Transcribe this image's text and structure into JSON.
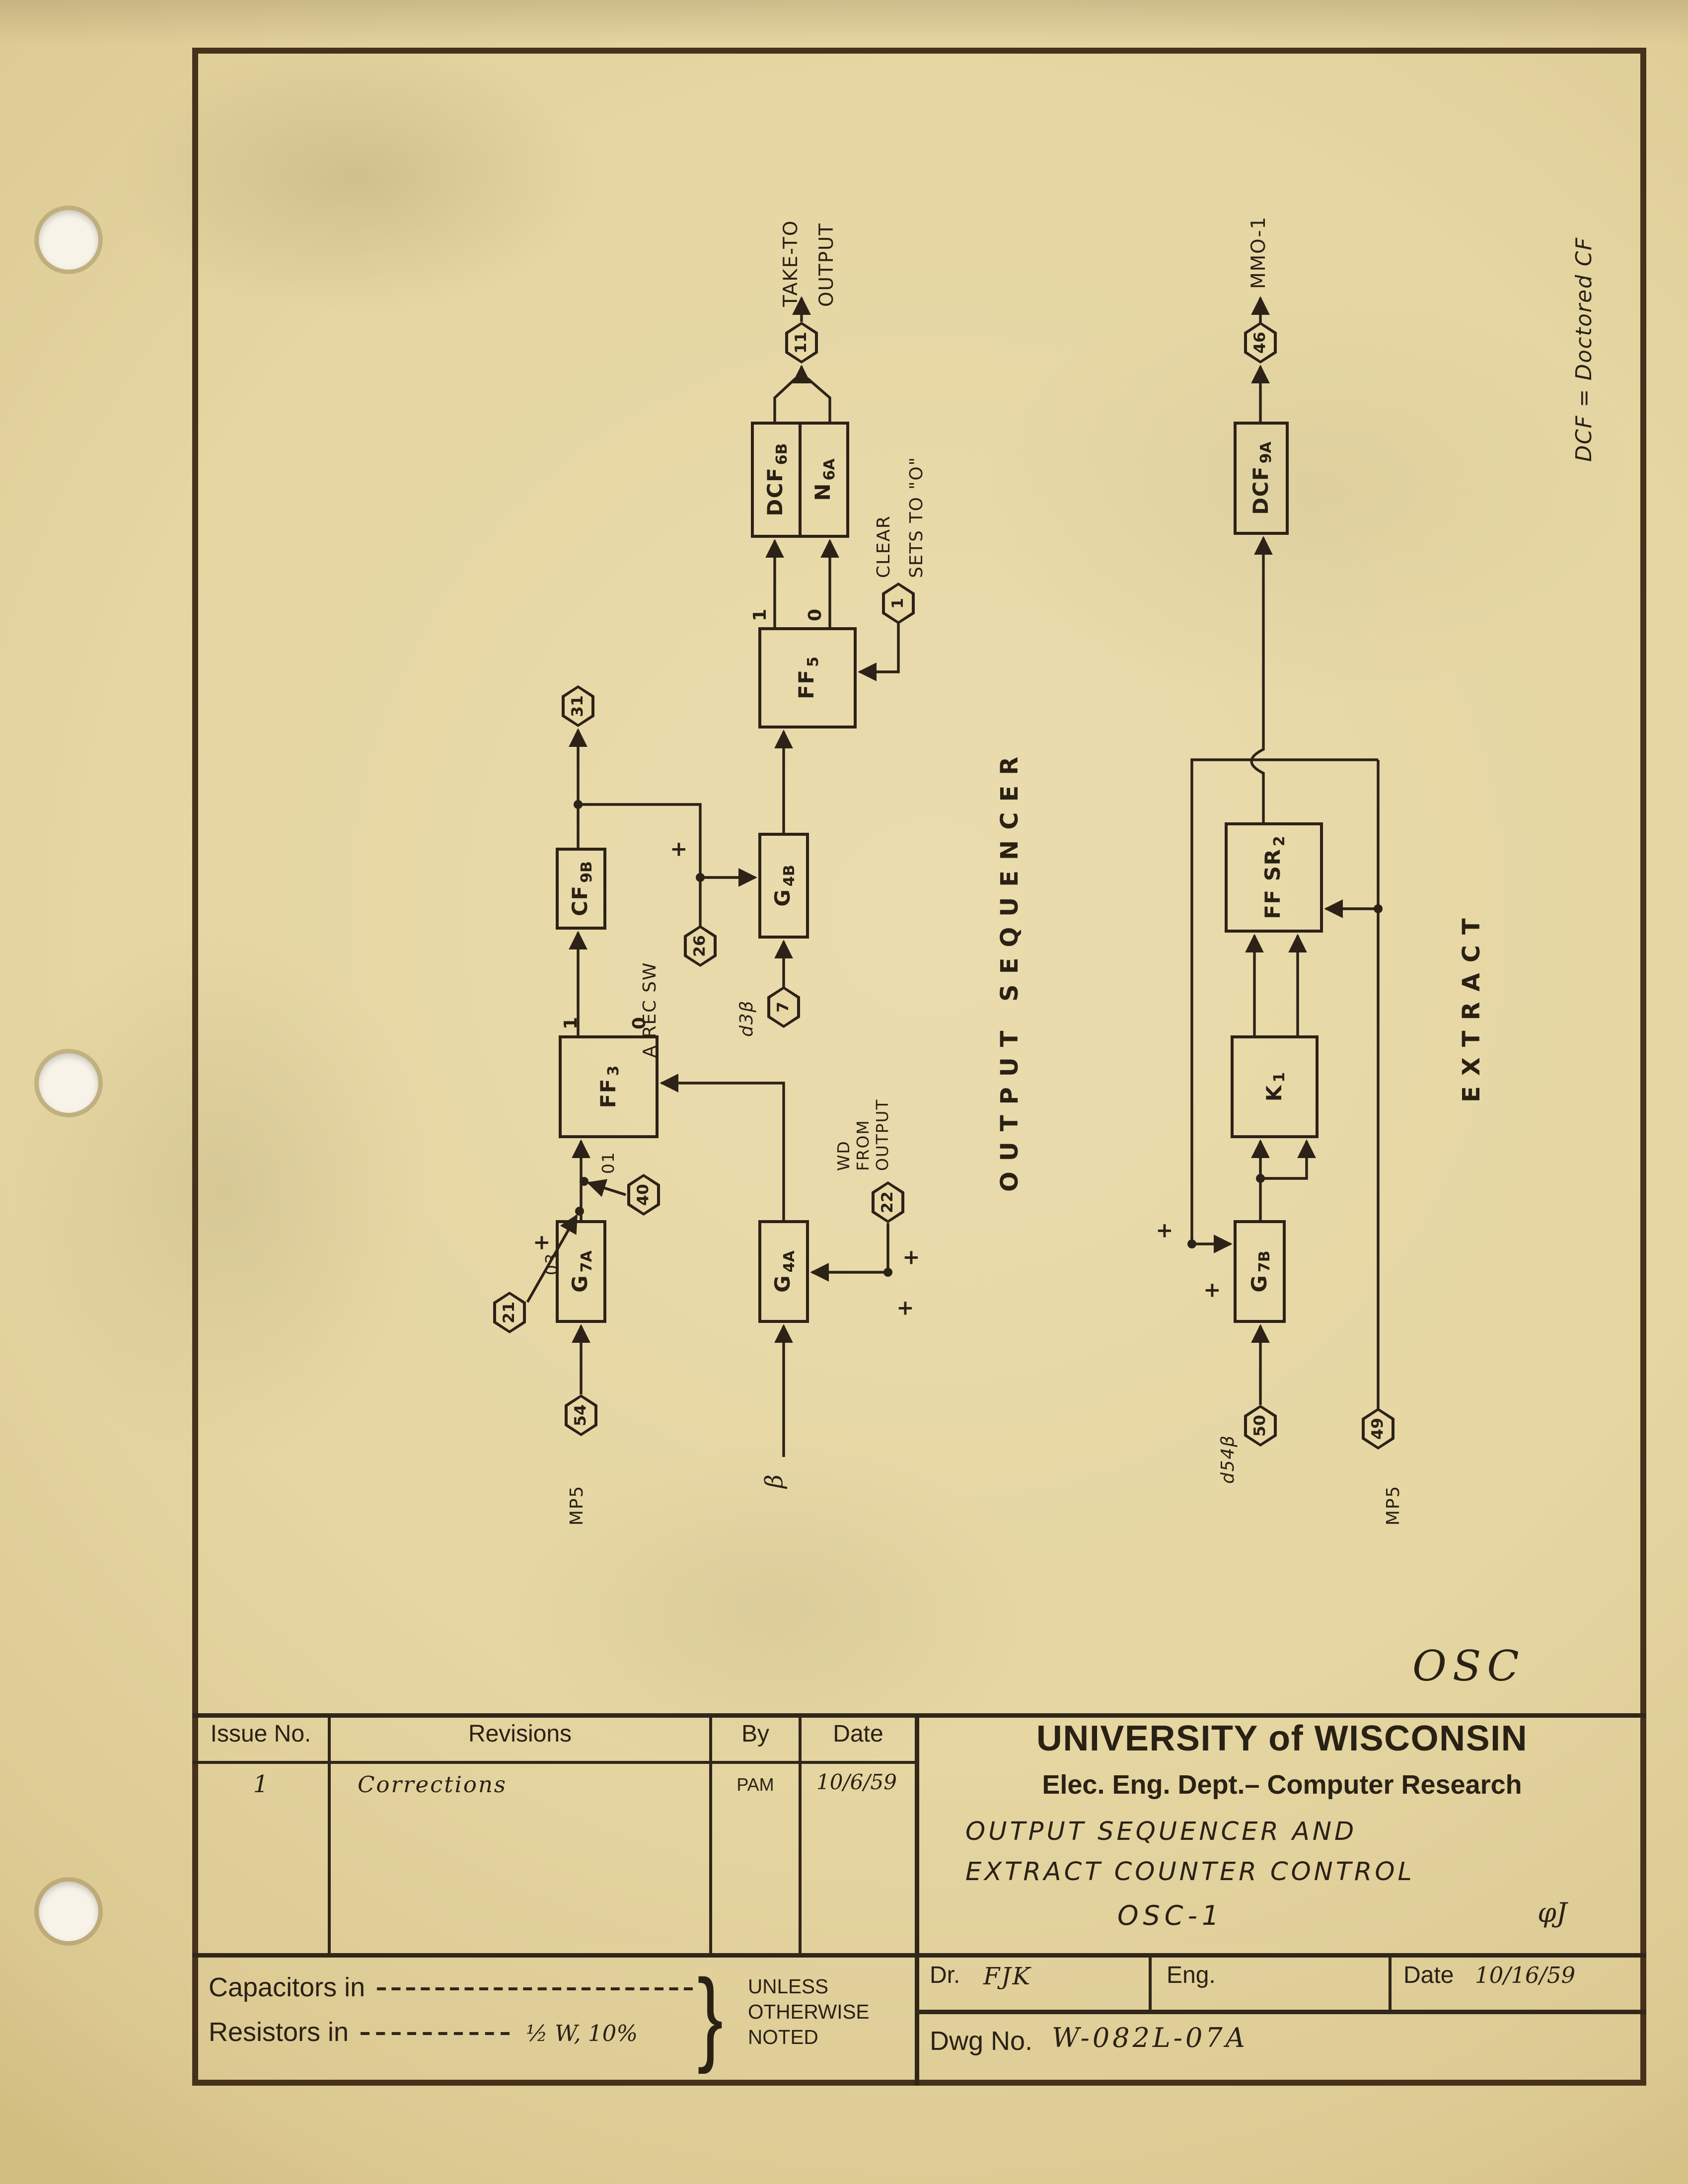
{
  "annotations": {
    "osc": "OSC"
  },
  "schematic": {
    "section_labels": {
      "output_sequencer": "OUTPUT SEQUENCER",
      "extract": "EXTRACT"
    },
    "note_dcf": "DCF = Doctored CF",
    "labels": {
      "take_to_line1": "TAKE-TO",
      "take_to_line2": "OUTPUT",
      "clear_line1": "CLEAR",
      "clear_line2": "SETS TO \"O\"",
      "a_rec_sw": "A REC SW",
      "d3b": "d3β",
      "wd_line1": "WD",
      "wd_line2": "FROM",
      "wd_line3": "OUTPUT",
      "beta": "β",
      "mp5_a": "MP5",
      "mp5_b": "MP5",
      "d54b": "d54β",
      "mmo1": "MMO-1",
      "tag_01": "01",
      "tag_03": "03",
      "plus": "+",
      "one": "1",
      "zero": "0"
    },
    "blocks": {
      "g7a": {
        "main": "G",
        "sub": "7A"
      },
      "ff3": {
        "main": "FF",
        "sub": "3"
      },
      "cf9b": {
        "main": "CF",
        "sub": "9B"
      },
      "g4a": {
        "main": "G",
        "sub": "4A"
      },
      "g4b": {
        "main": "G",
        "sub": "4B"
      },
      "ff5": {
        "main": "FF",
        "sub": "5"
      },
      "dcf6b": {
        "main": "DCF",
        "sub": "6B"
      },
      "n6a": {
        "main": "N",
        "sub": "6A"
      },
      "g7b": {
        "main": "G",
        "sub": "7B"
      },
      "k1": {
        "main": "K",
        "sub": "1"
      },
      "ffsr2": {
        "main": "FF SR",
        "sub": "2"
      },
      "dcf9a": {
        "main": "DCF",
        "sub": "9A"
      }
    },
    "connectors": {
      "c54": "54",
      "c21": "21",
      "c40": "40",
      "c31": "31",
      "c26": "26",
      "c7": "7",
      "c1": "1",
      "c11": "11",
      "c22": "22",
      "c50": "50",
      "c49": "49",
      "c46": "46"
    }
  },
  "title_block": {
    "headers": {
      "issue_no": "Issue No.",
      "revisions": "Revisions",
      "by": "By",
      "date": "Date"
    },
    "revision_rows": [
      {
        "issue": "1",
        "revision": "Corrections",
        "by": "PAM",
        "date": "10/6/59"
      }
    ],
    "notes": {
      "capacitors_label": "Capacitors in",
      "resistors_label": "Resistors in",
      "resistors_value": "½ W, 10%",
      "brace": "}",
      "unless": "UNLESS",
      "otherwise": "OTHERWISE",
      "noted": "NOTED"
    },
    "org": {
      "university": "UNIVERSITY of WISCONSIN",
      "department": "Elec. Eng. Dept.– Computer Research",
      "title_line1": "OUTPUT SEQUENCER AND",
      "title_line2": "EXTRACT COUNTER CONTROL",
      "sheet_id": "OSC-1",
      "phi": "φJ"
    },
    "approval": {
      "dr_label": "Dr.",
      "dr_value": "FJK",
      "eng_label": "Eng.",
      "date_label": "Date",
      "date_value": "10/16/59",
      "dwg_label": "Dwg No.",
      "dwg_value": "W-082L-07A"
    }
  }
}
